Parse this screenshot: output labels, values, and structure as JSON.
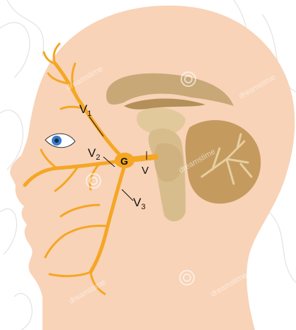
{
  "labels": {
    "v1_main": "V",
    "v1_sub": "1",
    "v2_main": "V",
    "v2_sub": "2",
    "v3_main": "V",
    "v3_sub": "3",
    "ganglion": "G",
    "nerve": "V"
  },
  "watermark": {
    "text": "dreamstime"
  },
  "colors": {
    "skin": "#f8d3b8",
    "nerve": "#f5a623",
    "nerve_outline": "#e08a10",
    "brain_tan": "#d4b98a",
    "brain_dark": "#b38f5a",
    "cerebellum": "#caa46f",
    "eye_iris": "#3a7bc8",
    "background_lines": "#c9c9c9"
  }
}
